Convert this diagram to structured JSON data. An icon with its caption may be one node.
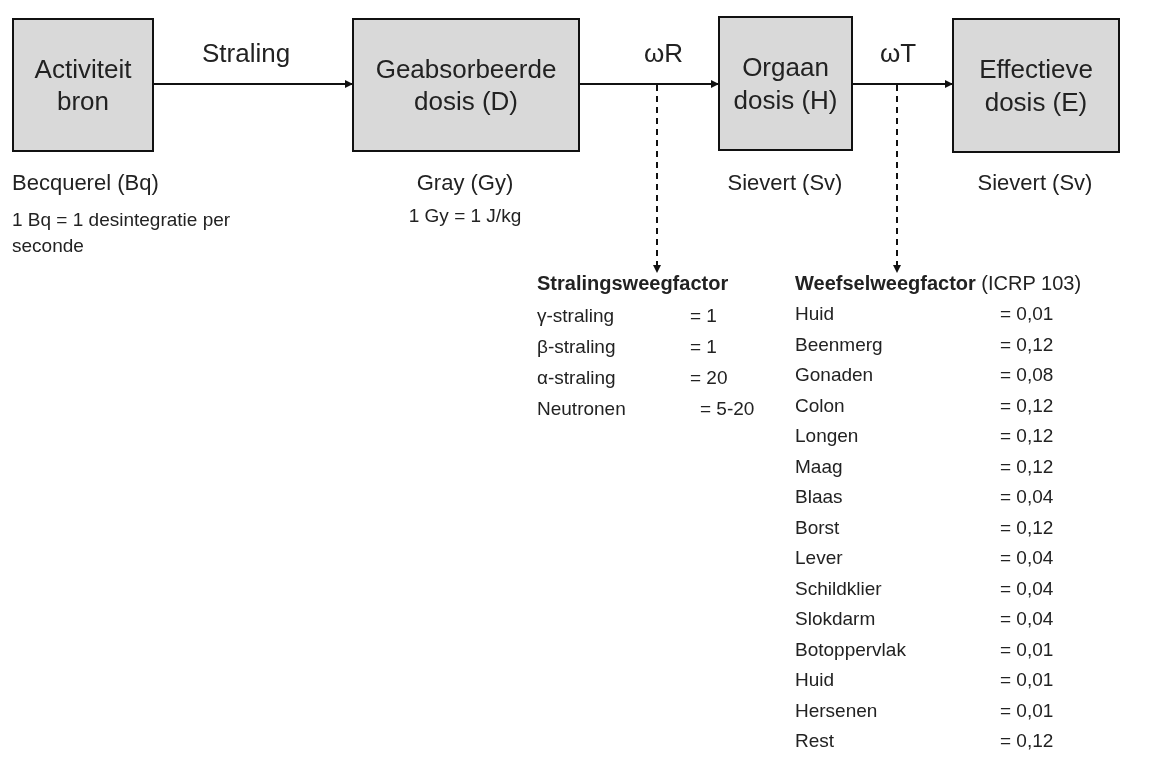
{
  "diagram": {
    "nodes": [
      {
        "text": [
          "Activiteit bron"
        ],
        "beside": [
          "Becquerel (Bq)",
          "1 Bq = 1 desintegratie per seconde"
        ]
      },
      {
        "text": [
          "Geabsorbeerde dosis (D)"
        ],
        "beside": [
          "Gray (Gy)",
          "1 Gy = 1 J/kg"
        ]
      },
      {
        "text": [
          "Orgaan dosis (H)"
        ],
        "beside": [
          "Sievert (Sv)"
        ]
      },
      {
        "text": [
          "Effectieve dosis (E)"
        ],
        "beside": [
          "Sievert (Sv)"
        ]
      },
      {
        "text": [
          "Stralingsweegfactor"
        ]
      },
      {
        "text": [
          "**Weefselweegfactor** (ICRP 103)"
        ]
      }
    ],
    "edges": [
      {
        "from": 0,
        "to": 1,
        "arrow": "to",
        "label": "Straling"
      },
      {
        "from": 1,
        "to": 2,
        "arrow": "to",
        "label": "ωR"
      },
      {
        "from": 2,
        "to": 3,
        "arrow": "to",
        "label": "ωT"
      },
      {
        "from": null,
        "to": 4,
        "arrow": "to",
        "style": "dashed"
      },
      {
        "from": null,
        "to": 5,
        "arrow": "to",
        "style": "dashed"
      }
    ],
    "labels": [
      "γ-straling",
      "= 1",
      "β-straling",
      "= 1",
      "α-straling",
      "= 20",
      "Neutronen",
      "= 5-20",
      "Huid",
      "= 0,01",
      "Beenmerg",
      "= 0,12",
      "Gonaden",
      "= 0,08",
      "Colon",
      "= 0,12",
      "Longen",
      "= 0,12",
      "Maag",
      "= 0,12",
      "Blaas",
      "= 0,04",
      "Borst",
      "= 0,12",
      "Lever",
      "= 0,04",
      "Schildklier",
      "= 0,04",
      "Slokdarm",
      "= 0,04",
      "Botoppervlak",
      "= 0,01",
      "Huid",
      "= 0,01",
      "Hersenen",
      "= 0,01",
      "Rest",
      "= 0,12"
    ]
  }
}
